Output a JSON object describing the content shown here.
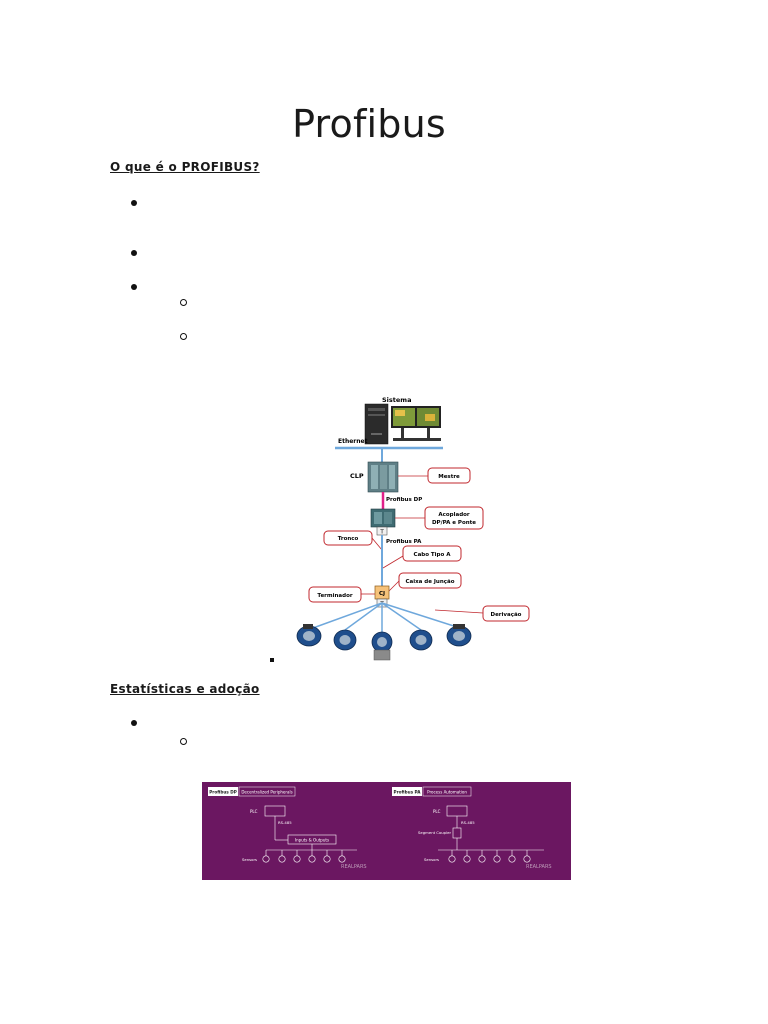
{
  "document": {
    "title": "Profibus",
    "section1": {
      "heading": "O que é o PROFIBUS?",
      "bullets": [
        "",
        "",
        ""
      ],
      "subbullets": [
        "",
        ""
      ]
    },
    "figure1": {
      "labels": {
        "sistema": "Sistema",
        "ethernet": "Ethernet",
        "clp": "CLP",
        "mestre": "Mestre",
        "profibus_dp": "Profibus DP",
        "acoplador_1": "Acoplador",
        "acoplador_2": "DP/PA e Ponte",
        "tronco": "Tronco",
        "profibus_pa": "Profibus PA",
        "cabo_tipo_a": "Cabo Tipo A",
        "caixa_juncao": "Caixa de Junção",
        "terminador": "Terminador",
        "derivacao": "Derivação",
        "t_mark": "T",
        "cj_mark": "CJ"
      },
      "colors": {
        "callout_border": "#c0272d",
        "bus_line": "#6fa8dc",
        "dp_line": "#e0218a"
      }
    },
    "section2": {
      "heading": "Estatísticas e adoção",
      "bullets": [
        ""
      ],
      "subbullets": [
        ""
      ]
    },
    "figure2": {
      "background": "#6b1761",
      "left": {
        "tab_title": "Profibus DP",
        "tab_subtitle": "Decentralized Peripherals",
        "plc": "PLC",
        "rs485": "RS-485",
        "io_box": "Inputs & Outputs",
        "sensors": "Sensors"
      },
      "right": {
        "tab_title": "Profibus PA",
        "tab_subtitle": "Process Automation",
        "plc": "PLC",
        "rs485": "RS-485",
        "coupler": "Segment Coupler",
        "sensors": "Sensors"
      },
      "watermark": "REALPARS"
    }
  }
}
